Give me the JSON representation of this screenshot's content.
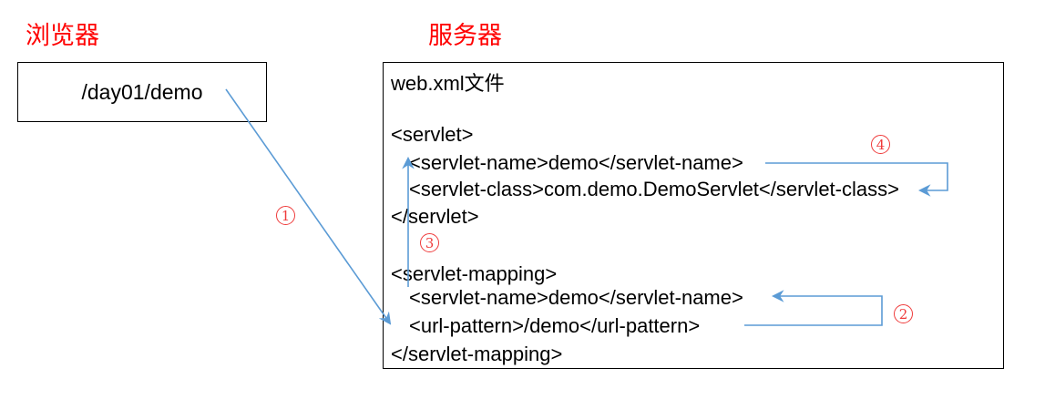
{
  "diagram_title": "servlet url mapping flow",
  "colors": {
    "arrow_blue": "#5b9bd5",
    "label_red": "#ff0000",
    "circle_red": "#ef3b3b",
    "text_black": "#000000"
  },
  "browser": {
    "label": "浏览器",
    "request_path": "/day01/demo"
  },
  "server": {
    "label": "服务器",
    "file_title": "web.xml文件",
    "code_lines": [
      {
        "text": "<servlet>",
        "indent": 0
      },
      {
        "text": "<servlet-name>demo</servlet-name>",
        "indent": 1
      },
      {
        "text": "<servlet-class>com.demo.DemoServlet</servlet-class>",
        "indent": 1
      },
      {
        "text": "</servlet>",
        "indent": 0
      },
      {
        "text": "<servlet-mapping>",
        "indent": 0
      },
      {
        "text": "<servlet-name>demo</servlet-name>",
        "indent": 1
      },
      {
        "text": "<url-pattern>/demo</url-pattern>",
        "indent": 1
      },
      {
        "text": "</servlet-mapping>",
        "indent": 0
      }
    ]
  },
  "steps": [
    {
      "number": "1",
      "meaning": "request path sent from browser to url-pattern"
    },
    {
      "number": "2",
      "meaning": "url-pattern matched to servlet-name in mapping"
    },
    {
      "number": "3",
      "meaning": "mapping servlet-name linked to servlet declaration"
    },
    {
      "number": "4",
      "meaning": "servlet-name resolved to servlet-class"
    }
  ]
}
